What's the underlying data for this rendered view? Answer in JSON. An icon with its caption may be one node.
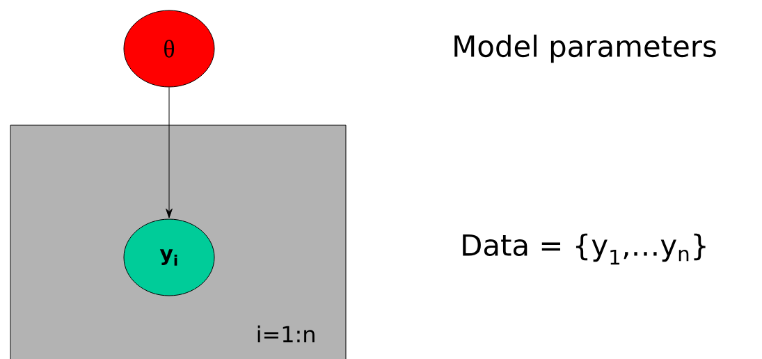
{
  "diagram": {
    "nodes": [
      {
        "text": [
          "θ"
        ]
      },
      {
        "text": [
          "i=1:n"
        ]
      },
      {
        "text": [
          "y$_{i}$"
        ],
        "in": 1
      }
    ],
    "edges": [
      {
        "from": 0,
        "to": 2,
        "arrow": "to"
      }
    ],
    "labels": [
      "Model parameters",
      "Data = {y$_{1}$,…y$_{n}$}"
    ]
  }
}
